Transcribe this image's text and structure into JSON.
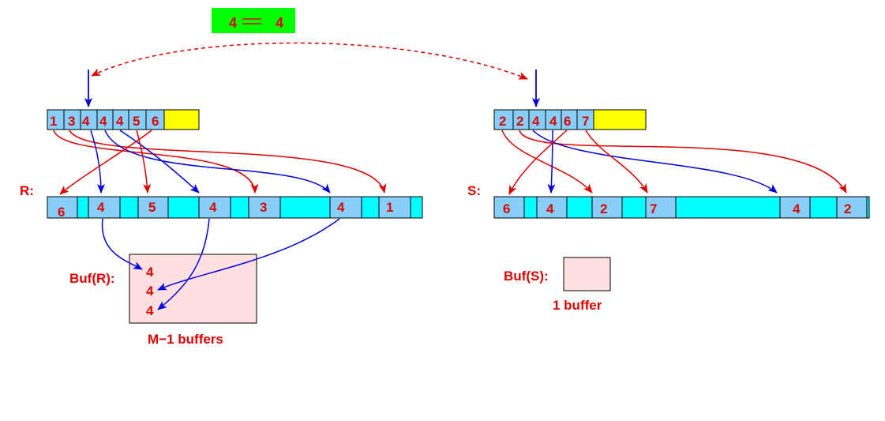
{
  "equality": {
    "left": "4",
    "op": "==",
    "right": "4"
  },
  "left": {
    "relation_label": "R:",
    "sorted_values": [
      "1",
      "3",
      "4",
      "4",
      "4",
      "5",
      "6"
    ],
    "block_values": [
      "6",
      "4",
      "5",
      "4",
      "3",
      "4",
      "1"
    ],
    "buf_label": "Buf(R):",
    "buf_values": [
      "4",
      "4",
      "4"
    ],
    "buf_caption": "M−1 buffers"
  },
  "right": {
    "relation_label": "S:",
    "sorted_values": [
      "2",
      "2",
      "4",
      "4",
      "6",
      "7"
    ],
    "block_values": [
      "6",
      "4",
      "2",
      "7",
      "4",
      "2"
    ],
    "buf_label": "Buf(S):",
    "buf_caption": "1 buffer"
  },
  "colors": {
    "red": "#e00000",
    "blue": "#0000e0",
    "cell_blue": "#87cef8",
    "cyan": "#00ffff",
    "yellow": "#ffff00",
    "green": "#00ff00",
    "pink": "#ffe0e0"
  }
}
